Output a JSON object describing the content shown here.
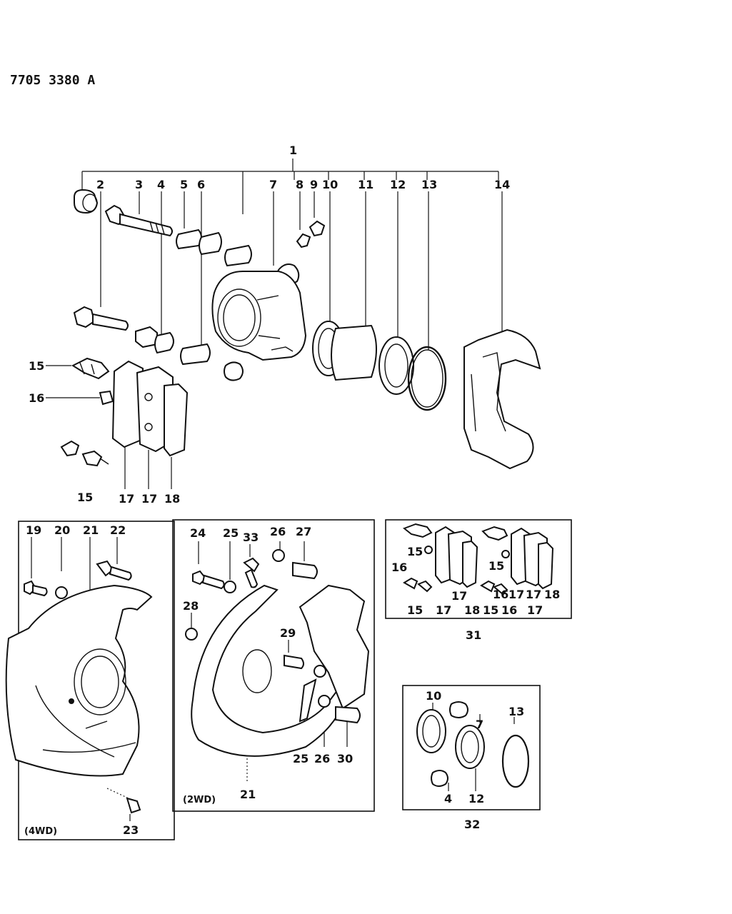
{
  "header": {
    "code": "7705 3380 A"
  },
  "main_labels": {
    "1": "1",
    "2": "2",
    "3": "3",
    "4": "4",
    "5": "5",
    "6": "6",
    "7": "7",
    "8": "8",
    "9": "9",
    "10": "10",
    "11": "11",
    "12": "12",
    "13": "13",
    "14": "14",
    "15a": "15",
    "16": "16",
    "15b": "15",
    "17a": "17",
    "17b": "17",
    "18": "18"
  },
  "panel_4wd": {
    "tag": "(4WD)",
    "labels": {
      "19": "19",
      "20": "20",
      "21": "21",
      "22": "22",
      "23": "23"
    }
  },
  "panel_2wd": {
    "tag": "(2WD)",
    "labels": {
      "24": "24",
      "25a": "25",
      "33": "33",
      "26a": "26",
      "27": "27",
      "28": "28",
      "29": "29",
      "25b": "25",
      "26b": "26",
      "30": "30",
      "21": "21"
    }
  },
  "kit_31": {
    "number": "31",
    "labels": {
      "15a": "15",
      "16a": "16",
      "15b": "15",
      "15c": "15",
      "17a": "17",
      "17b": "17",
      "17c": "17",
      "18a": "18",
      "15d": "15",
      "16b": "16",
      "17d": "17",
      "18b": "18",
      "17e": "17",
      "16c": "16"
    }
  },
  "kit_32": {
    "number": "32",
    "labels": {
      "10": "10",
      "7": "7",
      "13": "13",
      "4": "4",
      "12": "12"
    }
  }
}
